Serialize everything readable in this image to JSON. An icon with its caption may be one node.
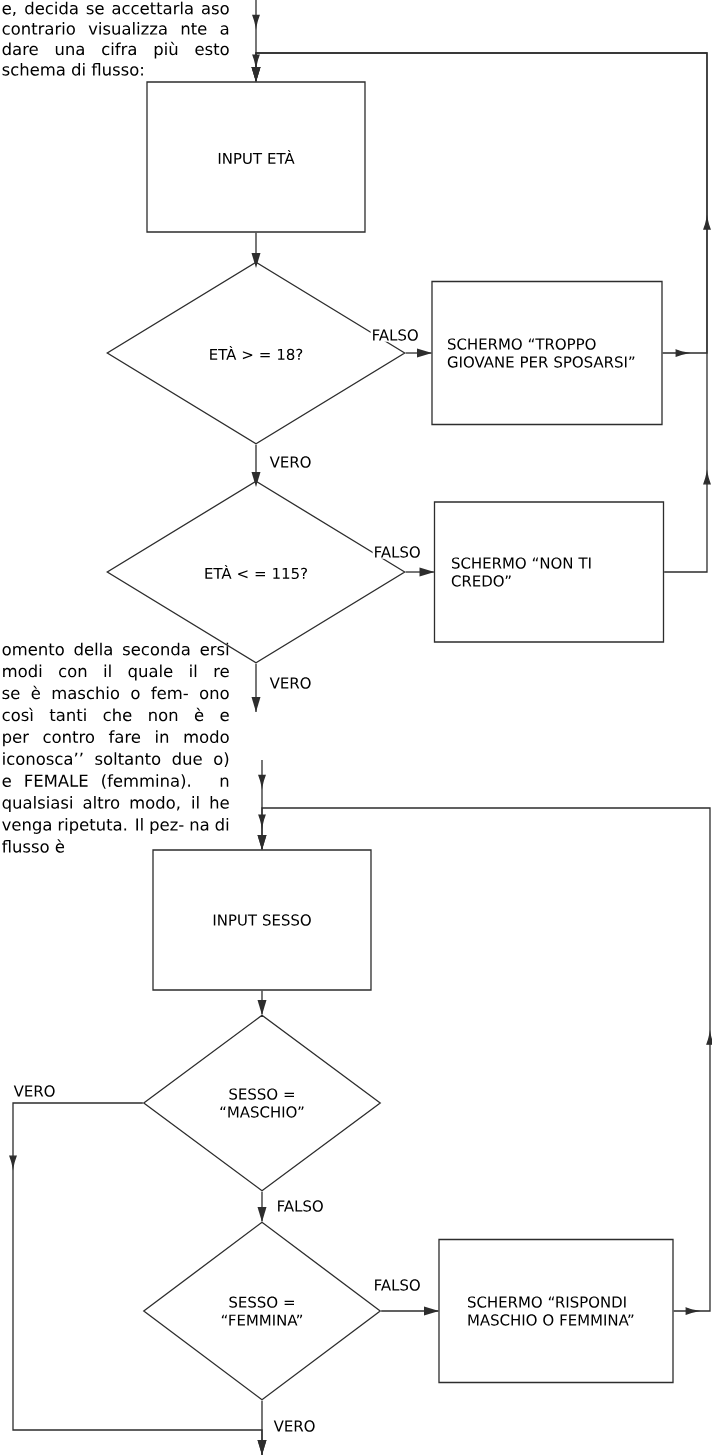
{
  "diagram": {
    "nodes": [
      {
        "text": [
          "INPUT ETÀ"
        ]
      },
      {
        "text": [
          "ETÀ > = 18?"
        ]
      },
      {
        "text": [
          "SCHERMO “TROPPO GIOVANE PER SPOSARSI”"
        ]
      },
      {
        "text": [
          "ETÀ < = 115?"
        ]
      },
      {
        "text": [
          "SCHERMO “NON TI CREDO”"
        ]
      },
      {
        "text": [
          "INPUT SESSO"
        ]
      },
      {
        "text": [
          "SESSO = “MASCHIO”"
        ]
      },
      {
        "text": [
          "SESSO = “FEMMINA”"
        ]
      },
      {
        "text": [
          "SCHERMO “RISPONDI MASCHIO O FEMMINA”"
        ]
      }
    ],
    "edges": [
      {
        "from": null,
        "to": 0,
        "arrow": "to"
      },
      {
        "from": 0,
        "to": 1,
        "arrow": "to"
      },
      {
        "from": 1,
        "to": 2,
        "arrow": "to",
        "label": "FALSO"
      },
      {
        "from": 1,
        "to": 3,
        "arrow": "to",
        "label": "VERO"
      },
      {
        "from": 3,
        "to": 4,
        "arrow": "to",
        "label": "FALSO"
      },
      {
        "from": 2,
        "to": 0,
        "arrow": "to"
      },
      {
        "from": 4,
        "to": 0,
        "arrow": "to"
      },
      {
        "from": 3,
        "to": null,
        "arrow": "to",
        "label": "VERO"
      },
      {
        "from": null,
        "to": 5,
        "arrow": "to"
      },
      {
        "from": 5,
        "to": 6,
        "arrow": "to"
      },
      {
        "from": 6,
        "to": 7,
        "arrow": "to",
        "label": "FALSO"
      },
      {
        "from": 7,
        "to": 8,
        "arrow": "to",
        "label": "FALSO"
      },
      {
        "from": 8,
        "to": 5,
        "arrow": "to"
      },
      {
        "from": 6,
        "to": null,
        "arrow": "to",
        "label": "VERO"
      },
      {
        "from": 7,
        "to": null,
        "arrow": "to",
        "label": "VERO"
      }
    ],
    "labels": [
      "e, decida se accettarla aso contrario visualizza nte a dare una cifra più esto schema di flusso:",
      "omento della seconda ersi modi con il quale il re se è maschio o fem- ono così tanti che non è e per contro fare in modo iconosca’’ soltanto due o) e FEMALE (femmina). n qualsiasi altro modo, il he venga ripetuta. Il pez- na di flusso è"
    ]
  }
}
